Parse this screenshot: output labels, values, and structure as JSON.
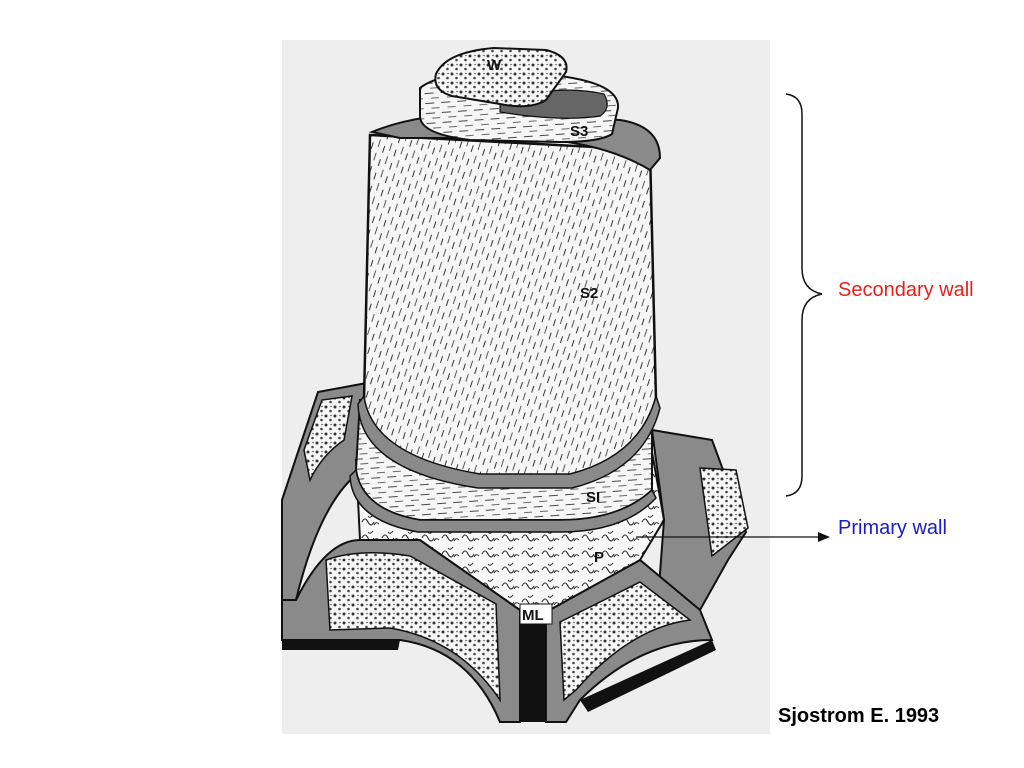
{
  "layers": {
    "warty": "W",
    "s3": "S3",
    "s2": "S2",
    "s1": "SI",
    "primary": "P",
    "middle_lamella": "ML"
  },
  "labels": {
    "secondary_wall": "Secondary wall",
    "primary_wall": "Primary wall"
  },
  "citation": "Sjostrom E. 1993",
  "colors": {
    "secondary_label": "#e8201a",
    "primary_label": "#1a1acc",
    "ink": "#111111",
    "cell_wall_gray": "#8a8a8a",
    "scan_background": "#eeeeee"
  }
}
